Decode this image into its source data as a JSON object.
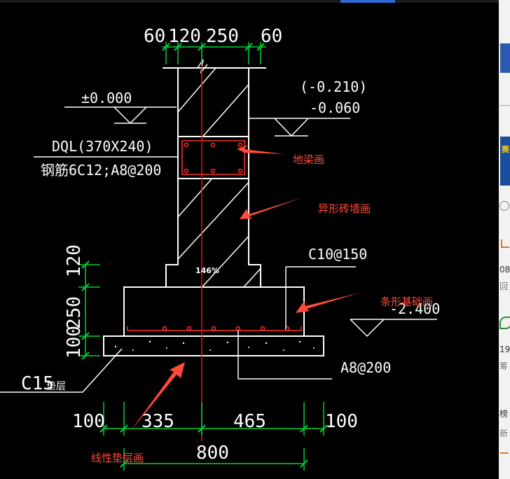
{
  "dimensions": {
    "top": [
      "60",
      "120",
      "250",
      "60"
    ],
    "bottom": [
      "100",
      "335",
      "465",
      "100"
    ],
    "total": "800",
    "vertical": [
      "120",
      "250",
      "100"
    ]
  },
  "elevations": {
    "ground": "±0.000",
    "outside_bracket": "(-0.210)",
    "outside": "-0.060",
    "foundation": "-2.400"
  },
  "labels": {
    "ground_beam": "DQL(370X240)",
    "beam_rebar": "钢筋6C12;A8@200",
    "footing_rebar_top": "C10@150",
    "footing_rebar_bottom": "A8@200",
    "cushion": "C15",
    "cushion_suffix": "垫层"
  },
  "annotations": {
    "ground_beam": "地梁画",
    "brick_wall": "异形砖墙画",
    "strip_foundation": "条形基础画",
    "cushion_layer": "线性垫层画"
  },
  "zoom": "146%",
  "side_fragments": [
    "08",
    "回",
    "赛",
    "19",
    "筹",
    "榜",
    "新"
  ],
  "colors": {
    "background": "#000000",
    "lines": "#ffffff",
    "dimension": "#00d23a",
    "annotation": "#ff4b3a",
    "axis": "#e0141e"
  }
}
